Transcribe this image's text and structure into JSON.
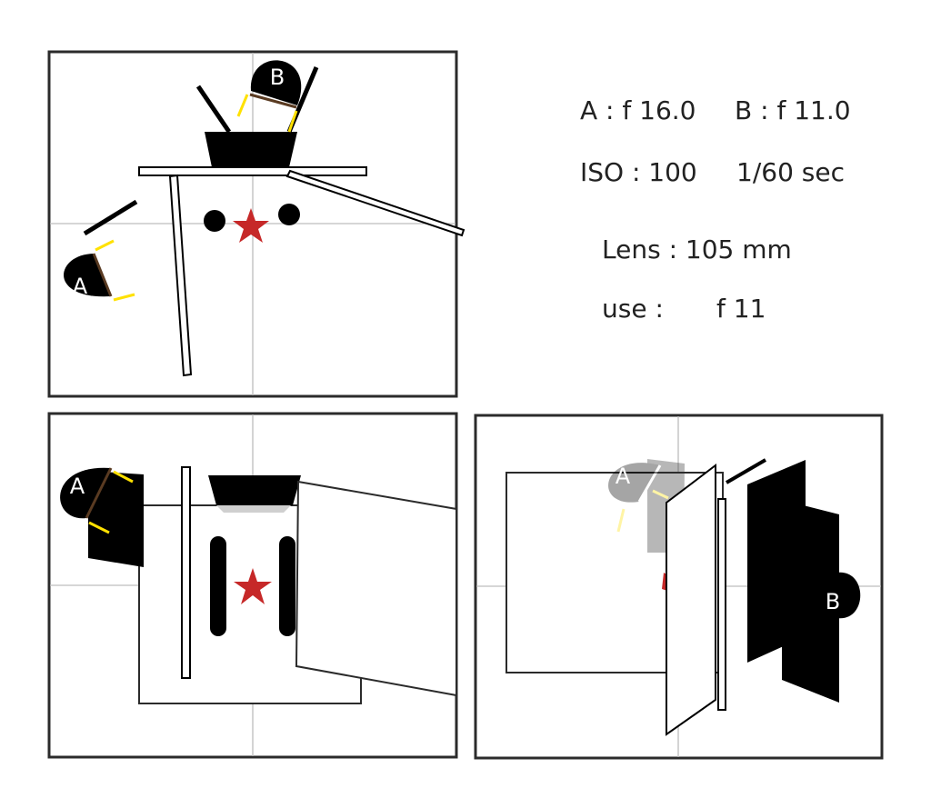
{
  "labels": {
    "light_a": "A",
    "light_b": "B"
  },
  "settings": {
    "aperture_a": "A : f 16.0",
    "aperture_b": "B : f 11.0",
    "iso": "ISO : 100",
    "shutter": "1/60 sec",
    "lens": "Lens : 105 mm",
    "use_label": "use :",
    "use_value": "f 11"
  },
  "colors": {
    "frame": "#2b2b2b",
    "crosshair": "#bdbdbd",
    "flag": "#000000",
    "subject_star": "#c62828",
    "modifier_diffusion": "#ffe100",
    "modifier_grid": "#5a3b22"
  },
  "icons": {
    "subject": "star-icon",
    "light": "strobe-icon",
    "props": "cylinder-icon"
  }
}
